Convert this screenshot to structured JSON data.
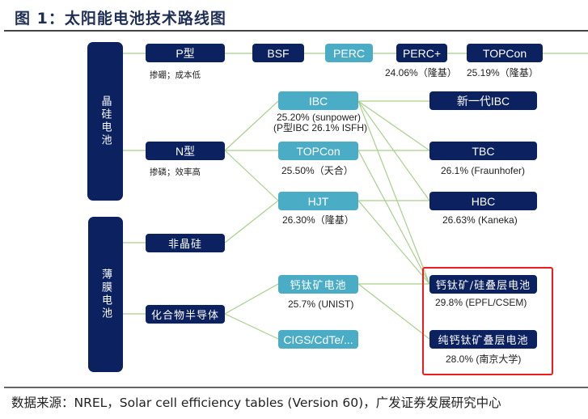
{
  "title": "图 1：太阳能电池技术路线图",
  "source": "数据来源：NREL，Solar cell efficiency tables (Version 60)，广发证券发展研究中心",
  "colors": {
    "dark_node": "#0b2160",
    "light_node": "#4bacc6",
    "edge": "#a6d08a",
    "highlight": "#ee1c1c"
  },
  "categories": {
    "crystalline": "晶硅电池",
    "thin_film": "薄膜电池"
  },
  "nodes": {
    "p_type": "P型",
    "bsf": "BSF",
    "perc": "PERC",
    "perc_plus": "PERC+",
    "topcon_p": "TOPCon",
    "n_type": "N型",
    "ibc": "IBC",
    "topcon": "TOPCon",
    "hjt": "HJT",
    "new_ibc": "新一代IBC",
    "tbc": "TBC",
    "hbc": "HBC",
    "amorphous": "非晶硅",
    "compound": "化合物半导体",
    "perovskite": "钙钛矿电池",
    "cigs": "CIGS/CdTe/...",
    "perov_si_tandem": "钙钛矿/硅叠层电池",
    "all_perov_tandem": "纯钙钛矿叠层电池"
  },
  "notes": {
    "p_type": "掺硼；成本低",
    "n_type": "掺磷；效率高",
    "perc_plus": "24.06%（隆基）",
    "topcon_p": "25.19%（隆基）",
    "ibc_1": "25.20%  (sunpower)",
    "ibc_2": "(P型IBC 26.1% ISFH)",
    "topcon": "25.50%（天合）",
    "hjt": "26.30%（隆基）",
    "tbc": "26.1% (Fraunhofer)",
    "hbc": "26.63%  (Kaneka)",
    "perovskite": "25.7%  (UNIST)",
    "perov_si_tandem": "29.8%  (EPFL/CSEM)",
    "all_perov_tandem": "28.0% (南京大学)"
  }
}
